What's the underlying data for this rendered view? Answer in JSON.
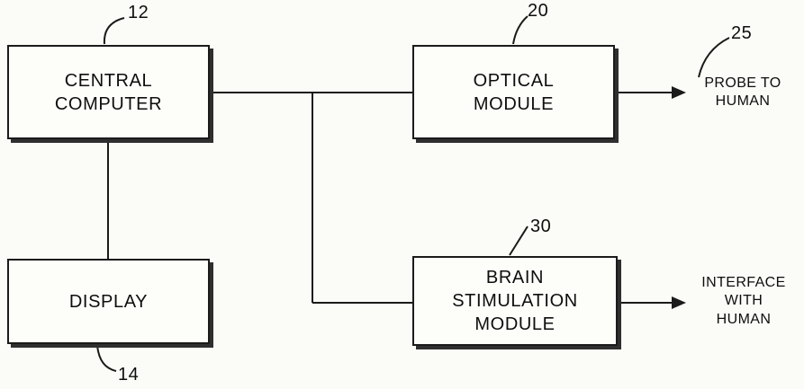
{
  "figure": {
    "background_color": "#fbfbf7",
    "line_color": "#1a1a1a"
  },
  "nodes": {
    "central_computer": {
      "label": "CENTRAL\nCOMPUTER",
      "ref": "12"
    },
    "display": {
      "label": "DISPLAY",
      "ref": "14"
    },
    "optical_module": {
      "label": "OPTICAL\nMODULE",
      "ref": "20"
    },
    "brain_module": {
      "label": "BRAIN\nSTIMULATION\nMODULE",
      "ref": "30"
    },
    "probe_to_human": {
      "label": "PROBE TO\nHUMAN",
      "ref": "25"
    },
    "interface_with_human": {
      "label": "INTERFACE\nWITH\nHUMAN"
    }
  },
  "connections": {
    "computer_to_optical": "central computer to optical module",
    "computer_to_display": "central computer to display",
    "computer_to_brain": "central computer branch to brain stimulation module",
    "optical_to_probe": "optical module arrow to probe to human",
    "brain_to_interface": "brain stimulation module arrow to interface with human"
  }
}
